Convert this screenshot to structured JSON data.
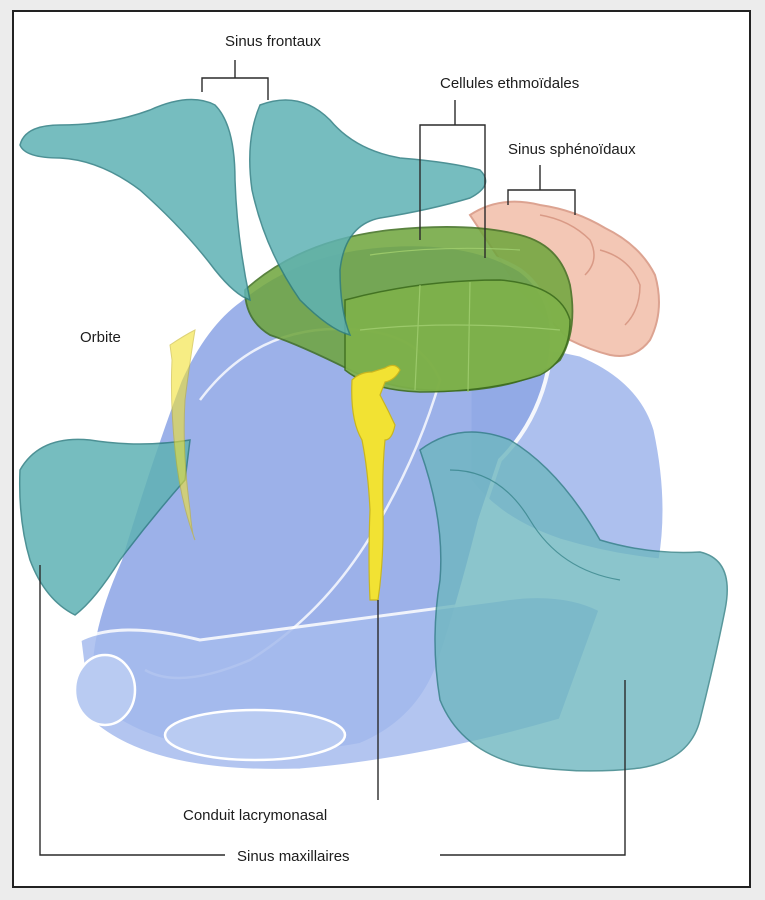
{
  "labels": {
    "frontal": "Sinus frontaux",
    "ethmoid": "Cellules ethmoïdales",
    "sphenoid": "Sinus sphénoïdaux",
    "orbit": "Orbite",
    "lacrimal": "Conduit lacrymonasal",
    "maxillary": "Sinus maxillaires"
  },
  "colors": {
    "frontal_sinus": "#5fb2b4",
    "ethmoid_cells": "#6ea53c",
    "sphenoid_sinus": "#f2c1ae",
    "orbit_cavity": "#8fa7e6",
    "lacrimal_duct": "#f2e233",
    "maxillary_sinus": "#6fb7c0"
  }
}
